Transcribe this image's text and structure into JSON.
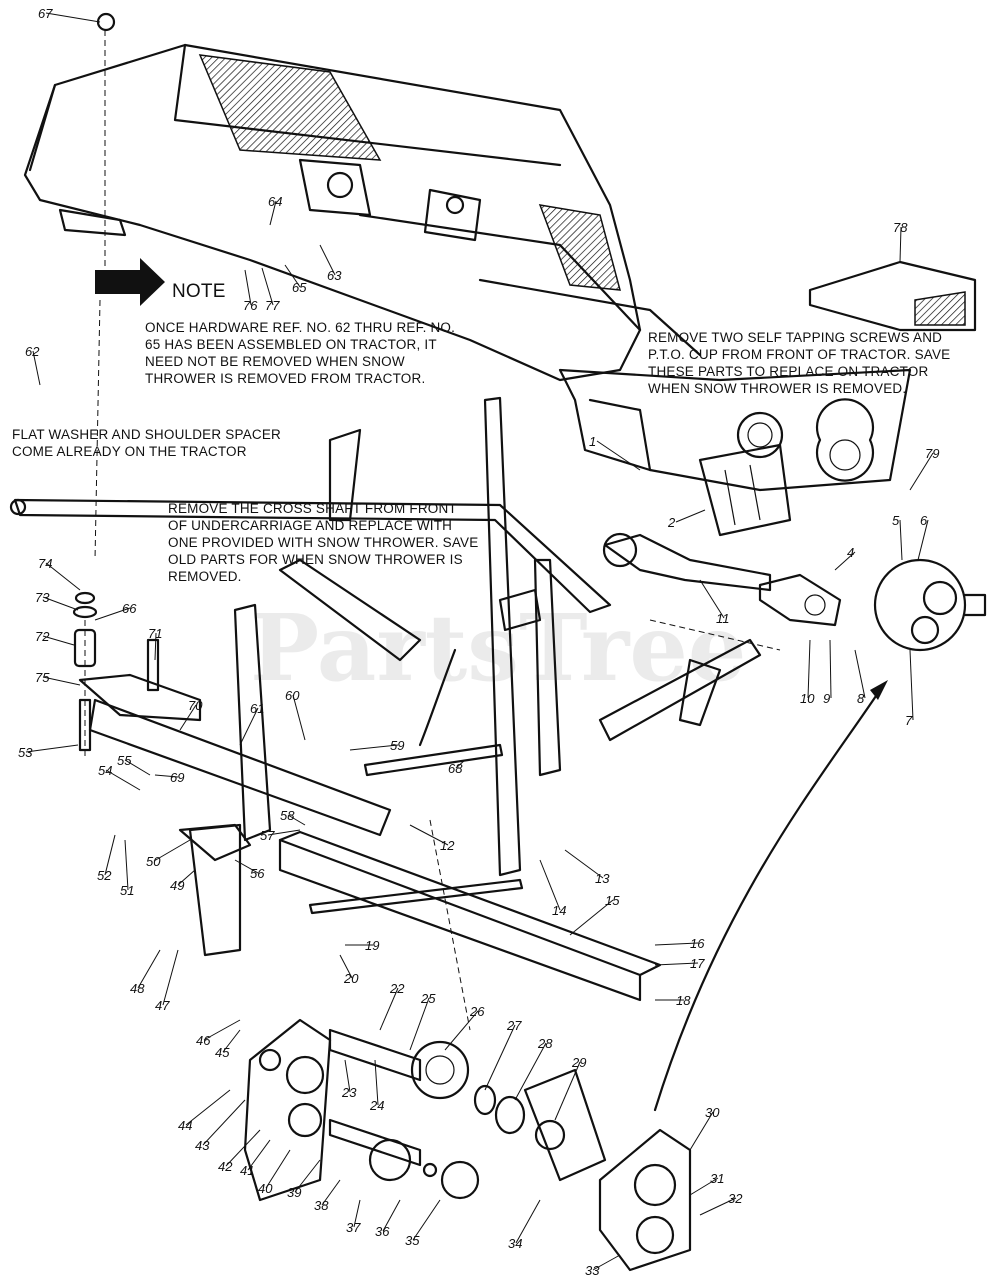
{
  "watermark": "PartsTree",
  "notes": {
    "note_label": "NOTE",
    "hardware": [
      "ONCE HARDWARE REF. NO. 62 THRU REF. NO.",
      "65 HAS BEEN ASSEMBLED ON TRACTOR, IT",
      "NEED NOT BE REMOVED WHEN SNOW",
      "THROWER IS REMOVED FROM TRACTOR."
    ],
    "pto": [
      "REMOVE TWO SELF TAPPING SCREWS AND",
      "P.T.O. CUP FROM FRONT OF TRACTOR. SAVE",
      "THESE PARTS TO REPLACE ON TRACTOR",
      "WHEN SNOW THROWER IS REMOVED."
    ],
    "washer": [
      "FLAT WASHER AND SHOULDER SPACER",
      "COME ALREADY ON THE TRACTOR"
    ],
    "cross_shaft": [
      "REMOVE THE CROSS SHAFT FROM FRONT",
      "OF UNDERCARRIAGE AND REPLACE WITH",
      "ONE PROVIDED WITH SNOW THROWER. SAVE",
      "OLD PARTS FOR WHEN SNOW THROWER IS",
      "REMOVED."
    ]
  },
  "callouts": [
    "67",
    "64",
    "63",
    "76",
    "77",
    "65",
    "78",
    "62",
    "79",
    "1",
    "2",
    "4",
    "5",
    "6",
    "11",
    "10",
    "9",
    "8",
    "7",
    "74",
    "73",
    "66",
    "72",
    "71",
    "75",
    "53",
    "70",
    "61",
    "60",
    "59",
    "54",
    "55",
    "69",
    "58",
    "57",
    "12",
    "68",
    "52",
    "51",
    "50",
    "56",
    "49",
    "13",
    "14",
    "15",
    "19",
    "20",
    "48",
    "47",
    "16",
    "17",
    "18",
    "22",
    "25",
    "26",
    "27",
    "28",
    "46",
    "45",
    "29",
    "44",
    "43",
    "42",
    "41",
    "40",
    "39",
    "38",
    "37",
    "36",
    "35",
    "24",
    "23",
    "34",
    "30",
    "31",
    "32",
    "33"
  ]
}
